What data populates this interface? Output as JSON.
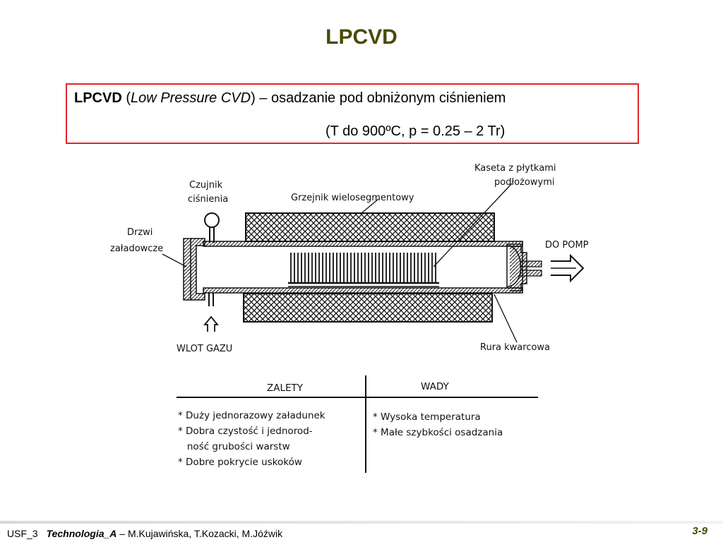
{
  "title": "LPCVD",
  "definition": {
    "term": "LPCVD",
    "open_paren": " (",
    "expansion": "Low Pressure CVD",
    "rest": ") – osadzanie pod obniżonym ciśnieniem",
    "conditions": "(T do 900ºC, p = 0.25 – 2 Tr)"
  },
  "diagram": {
    "labels": {
      "czujnik_1": "Czujnik",
      "czujnik_2": "ciśnienia",
      "drzwi_1": "Drzwi",
      "drzwi_2": "załadowcze",
      "grzejnik": "Grzejnik wielosegmentowy",
      "kaseta_1": "Kaseta z płytkami",
      "kaseta_2": "podłożowymi",
      "do_pomp": "DO POMP",
      "wlot_gazu": "WLOT GAZU",
      "rura": "Rura kwarcowa"
    },
    "table": {
      "advantages_header": "ZALETY",
      "disadvantages_header": "WADY",
      "advantages": [
        "* Duży jednorazowy załadunek",
        "* Dobra czystość i jednorod-",
        "   ność grubości warstw",
        "* Dobre pokrycie uskoków"
      ],
      "disadvantages": [
        "* Wysoka temperatura",
        "* Małe szybkości osadzania"
      ]
    }
  },
  "footer": {
    "course": "USF_3",
    "technology": "Technologia_A",
    "authors": " – M.Kujawińska, T.Kozacki, M.Jóźwik",
    "page": "3-9"
  }
}
